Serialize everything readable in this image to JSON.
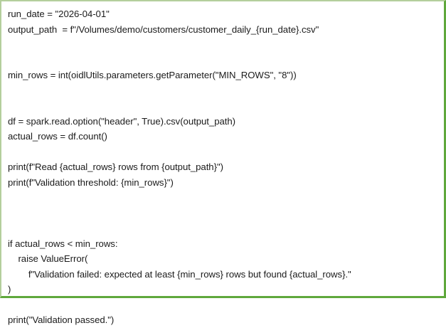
{
  "editor": {
    "kind": "code-cell",
    "language": "python",
    "background_color": "#ffffff",
    "text_color": "#1b1b1b",
    "border_color_light": "#b4cf9c",
    "border_color_accent": "#5fa83c",
    "lines": [
      {
        "id": "line-1",
        "text": "run_date = \"2026-04-01\"",
        "blank": false
      },
      {
        "id": "line-2",
        "text": "output_path  = f\"/Volumes/demo/customers/customer_daily_{run_date}.csv\"",
        "blank": false
      },
      {
        "id": "line-3",
        "text": "",
        "blank": true
      },
      {
        "id": "line-4",
        "text": "",
        "blank": true
      },
      {
        "id": "line-5",
        "text": "min_rows = int(oidlUtils.parameters.getParameter(\"MIN_ROWS\", \"8\"))",
        "blank": false
      },
      {
        "id": "line-6",
        "text": "",
        "blank": true
      },
      {
        "id": "line-7",
        "text": "",
        "blank": true
      },
      {
        "id": "line-8",
        "text": "df = spark.read.option(\"header\", True).csv(output_path)",
        "blank": false
      },
      {
        "id": "line-9",
        "text": "actual_rows = df.count()",
        "blank": false
      },
      {
        "id": "line-10",
        "text": "",
        "blank": true
      },
      {
        "id": "line-11",
        "text": "print(f\"Read {actual_rows} rows from {output_path}\")",
        "blank": false
      },
      {
        "id": "line-12",
        "text": "print(f\"Validation threshold: {min_rows}\")",
        "blank": false
      },
      {
        "id": "line-13",
        "text": "",
        "blank": true
      },
      {
        "id": "line-14",
        "text": "",
        "blank": true
      },
      {
        "id": "line-15",
        "text": "",
        "blank": true
      },
      {
        "id": "line-16",
        "text": "if actual_rows < min_rows:",
        "blank": false
      },
      {
        "id": "line-17",
        "text": "    raise ValueError(",
        "blank": false
      },
      {
        "id": "line-18",
        "text": "        f\"Validation failed: expected at least {min_rows} rows but found {actual_rows}.\"",
        "blank": false
      },
      {
        "id": "line-19",
        "text": ")",
        "blank": false
      },
      {
        "id": "line-20",
        "text": "",
        "blank": true
      },
      {
        "id": "line-21",
        "text": "print(\"Validation passed.\")",
        "blank": false
      }
    ]
  }
}
